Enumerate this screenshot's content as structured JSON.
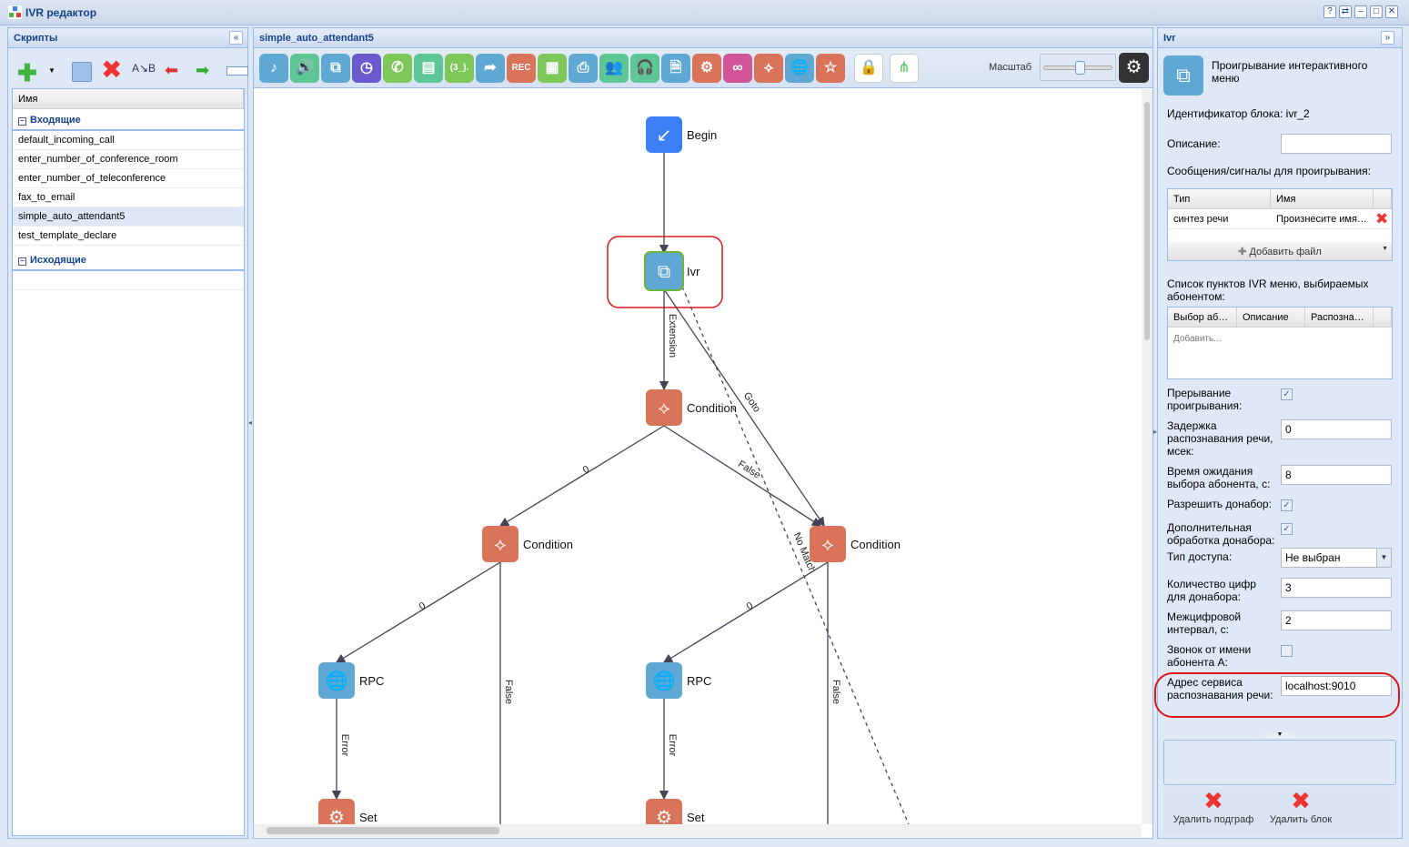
{
  "window": {
    "title": "IVR редактор",
    "controls": [
      "?",
      "⇄",
      "–",
      "□",
      "✕"
    ]
  },
  "left": {
    "title": "Скрипты",
    "collapse": "«",
    "column": "Имя",
    "groups": [
      {
        "label": "Входящие",
        "items": [
          "default_incoming_call",
          "enter_number_of_conference_room",
          "enter_number_of_teleconference",
          "fax_to_email",
          "simple_auto_attendant5",
          "test_template_declare"
        ]
      },
      {
        "label": "Исходящие",
        "items": []
      }
    ],
    "selected": "simple_auto_attendant5"
  },
  "center": {
    "title": "simple_auto_attendant5",
    "zoom_label": "Масштаб",
    "zoom_value": 0.5,
    "tools": [
      {
        "name": "music",
        "glyph": "♪",
        "color": "#5fa8d3"
      },
      {
        "name": "speaker",
        "glyph": "🔊",
        "color": "#5ec594"
      },
      {
        "name": "ivr",
        "glyph": "⧉",
        "color": "#5fa8d3"
      },
      {
        "name": "clock",
        "glyph": "◷",
        "color": "#6a5acd"
      },
      {
        "name": "phone",
        "glyph": "✆",
        "color": "#7ec85a"
      },
      {
        "name": "contact-card",
        "glyph": "▤",
        "color": "#5ec594"
      },
      {
        "name": "digits",
        "glyph": "(3_).",
        "color": "#7ec85a"
      },
      {
        "name": "forward",
        "glyph": "➦",
        "color": "#5fa8d3"
      },
      {
        "name": "record",
        "glyph": "REC",
        "color": "#d9735a"
      },
      {
        "name": "form",
        "glyph": "▦",
        "color": "#7ec85a"
      },
      {
        "name": "fax",
        "glyph": "⎙",
        "color": "#5fa8d3"
      },
      {
        "name": "group",
        "glyph": "👥",
        "color": "#5ec594"
      },
      {
        "name": "headset",
        "glyph": "🎧",
        "color": "#5ec594"
      },
      {
        "name": "document-code",
        "glyph": "🗎",
        "color": "#5fa8d3"
      },
      {
        "name": "gear",
        "glyph": "⚙",
        "color": "#d9735a"
      },
      {
        "name": "voicemail",
        "glyph": "∞",
        "color": "#d2559a"
      },
      {
        "name": "condition",
        "glyph": "⟡",
        "color": "#d9735a"
      },
      {
        "name": "globe",
        "glyph": "🌐",
        "color": "#5fa8d3"
      },
      {
        "name": "star",
        "glyph": "☆",
        "color": "#d9735a"
      }
    ],
    "graph": {
      "nodes": [
        {
          "label": "Begin",
          "type": "begin",
          "color": "#3d7ff5"
        },
        {
          "label": "Ivr",
          "type": "ivr",
          "color": "#5fa8d3"
        },
        {
          "label": "Condition",
          "type": "condition",
          "color": "#d9735a"
        },
        {
          "label": "Condition",
          "type": "condition",
          "color": "#d9735a"
        },
        {
          "label": "Condition",
          "type": "condition",
          "color": "#d9735a"
        },
        {
          "label": "RPC",
          "type": "rpc",
          "color": "#5fa8d3"
        },
        {
          "label": "RPC",
          "type": "rpc",
          "color": "#5fa8d3"
        },
        {
          "label": "Set",
          "type": "set",
          "color": "#d9735a"
        },
        {
          "label": "Set",
          "type": "set",
          "color": "#d9735a"
        }
      ],
      "edges": [
        {
          "from": 0,
          "to": 1,
          "label": ""
        },
        {
          "from": 1,
          "to": 2,
          "label": "Extension"
        },
        {
          "from": 1,
          "to": 4,
          "label": "Goto"
        },
        {
          "from": 1,
          "to": null,
          "label": "No Match",
          "dashed": true
        },
        {
          "from": 2,
          "to": 3,
          "label": "0"
        },
        {
          "from": 2,
          "to": 4,
          "label": "False"
        },
        {
          "from": 3,
          "to": 5,
          "label": "0"
        },
        {
          "from": 3,
          "to": null,
          "label": "False"
        },
        {
          "from": 4,
          "to": 6,
          "label": "0"
        },
        {
          "from": 4,
          "to": null,
          "label": "False"
        },
        {
          "from": 5,
          "to": 7,
          "label": "Error"
        },
        {
          "from": 6,
          "to": 8,
          "label": "Error"
        }
      ]
    }
  },
  "right": {
    "title": "Ivr",
    "collapse": "»",
    "block_title": "Проигрывание интерактивного меню",
    "block_id": "Идентификатор блока: ivr_2",
    "description_label": "Описание:",
    "description_value": "",
    "messages_label": "Сообщения/сигналы для проигрывания:",
    "messages_cols": [
      "Тип",
      "Имя"
    ],
    "messages_rows": [
      [
        "синтез речи",
        "Произнесите имя…"
      ]
    ],
    "add_file": "Добавить файл",
    "menu_label": "Список пунктов IVR меню, выбираемых абонентом:",
    "menu_cols": [
      "Выбор аб…",
      "Описание",
      "Распозна…"
    ],
    "menu_add": "Добавить...",
    "fields": [
      {
        "label": "Прерывание проигрывания:",
        "type": "checkbox",
        "checked": true
      },
      {
        "label": "Задержка распознавания речи, мсек:",
        "type": "text",
        "value": "0"
      },
      {
        "label": "Время ожидания выбора абонента, с:",
        "type": "text",
        "value": "8"
      },
      {
        "label": "Разрешить донабор:",
        "type": "checkbox",
        "checked": true
      },
      {
        "label": "Дополнительная обработка донабора:",
        "type": "checkbox",
        "checked": true
      },
      {
        "label": "Тип доступа:",
        "type": "select",
        "value": "Не выбран"
      },
      {
        "label": "Количество цифр для донабора:",
        "type": "text",
        "value": "3"
      },
      {
        "label": "Межцифровой интервал, с:",
        "type": "text",
        "value": "2"
      },
      {
        "label": "Звонок от имени абонента А:",
        "type": "checkbox",
        "checked": false
      },
      {
        "label": "Адрес сервиса распознавания речи:",
        "type": "text",
        "value": "localhost:9010"
      }
    ],
    "delete_subgraph": "Удалить подграф",
    "delete_block": "Удалить блок"
  }
}
